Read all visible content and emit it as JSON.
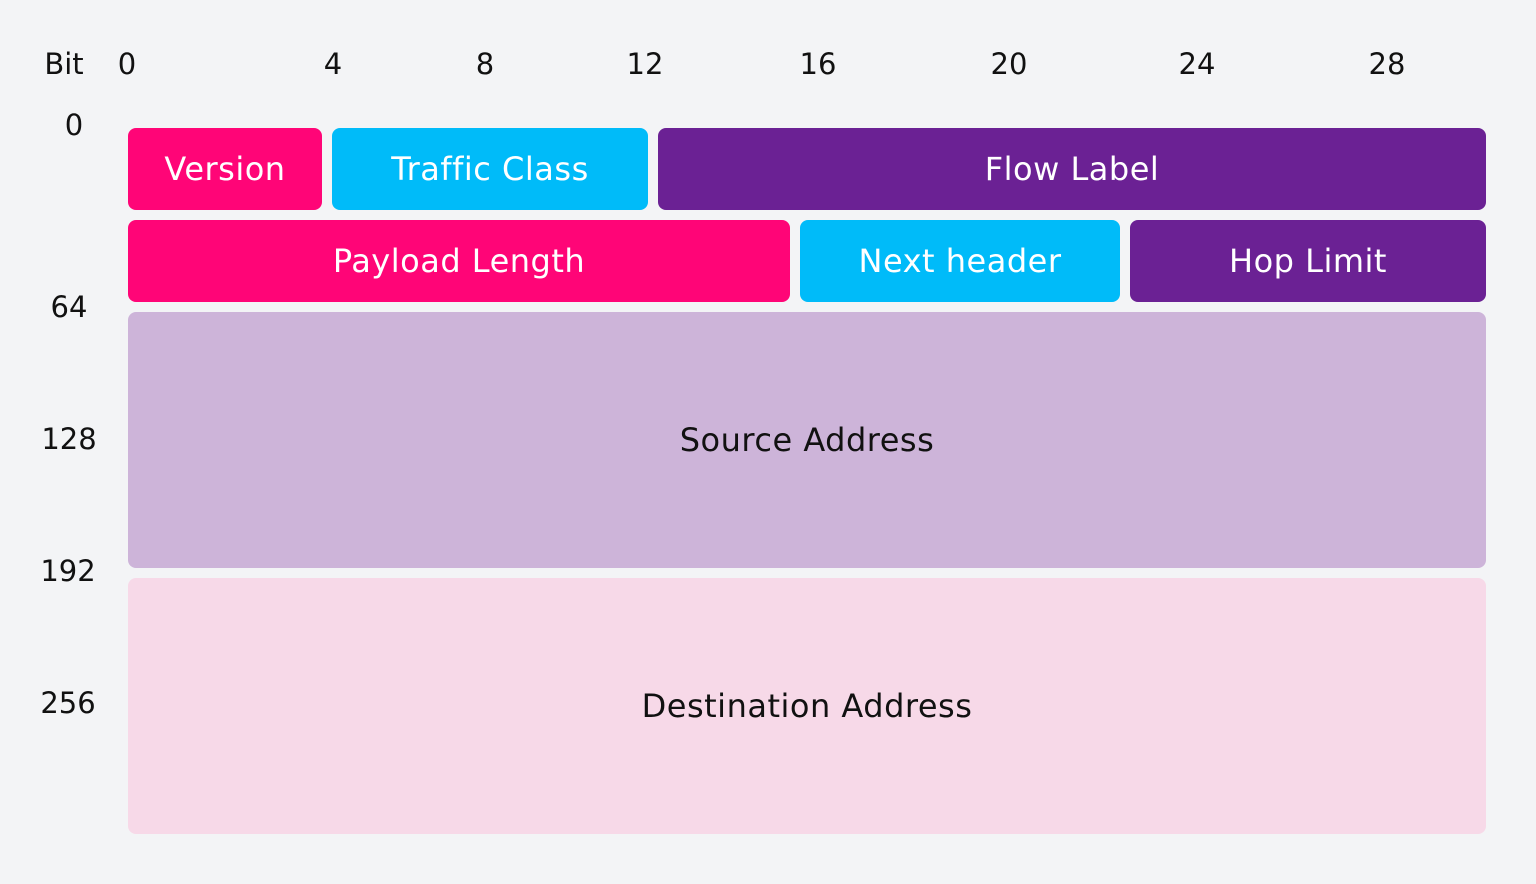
{
  "bit_label": "Bit",
  "bit_ticks": [
    "0",
    "4",
    "8",
    "12",
    "16",
    "20",
    "24",
    "28"
  ],
  "row_offsets": [
    "0",
    "64",
    "128",
    "192",
    "256"
  ],
  "colors": {
    "background": "#f3f4f6",
    "magenta": "#ff0577",
    "cyan": "#00bbf9",
    "purple": "#6b2194",
    "lavender": "#cdb4d9",
    "pink_light": "#f7d9e8"
  },
  "fields": {
    "version": "Version",
    "traffic_class": "Traffic Class",
    "flow_label": "Flow Label",
    "payload_length": "Payload Length",
    "next_header": "Next header",
    "hop_limit": "Hop Limit",
    "source_address": "Source Address",
    "destination_address": "Destination Address"
  }
}
